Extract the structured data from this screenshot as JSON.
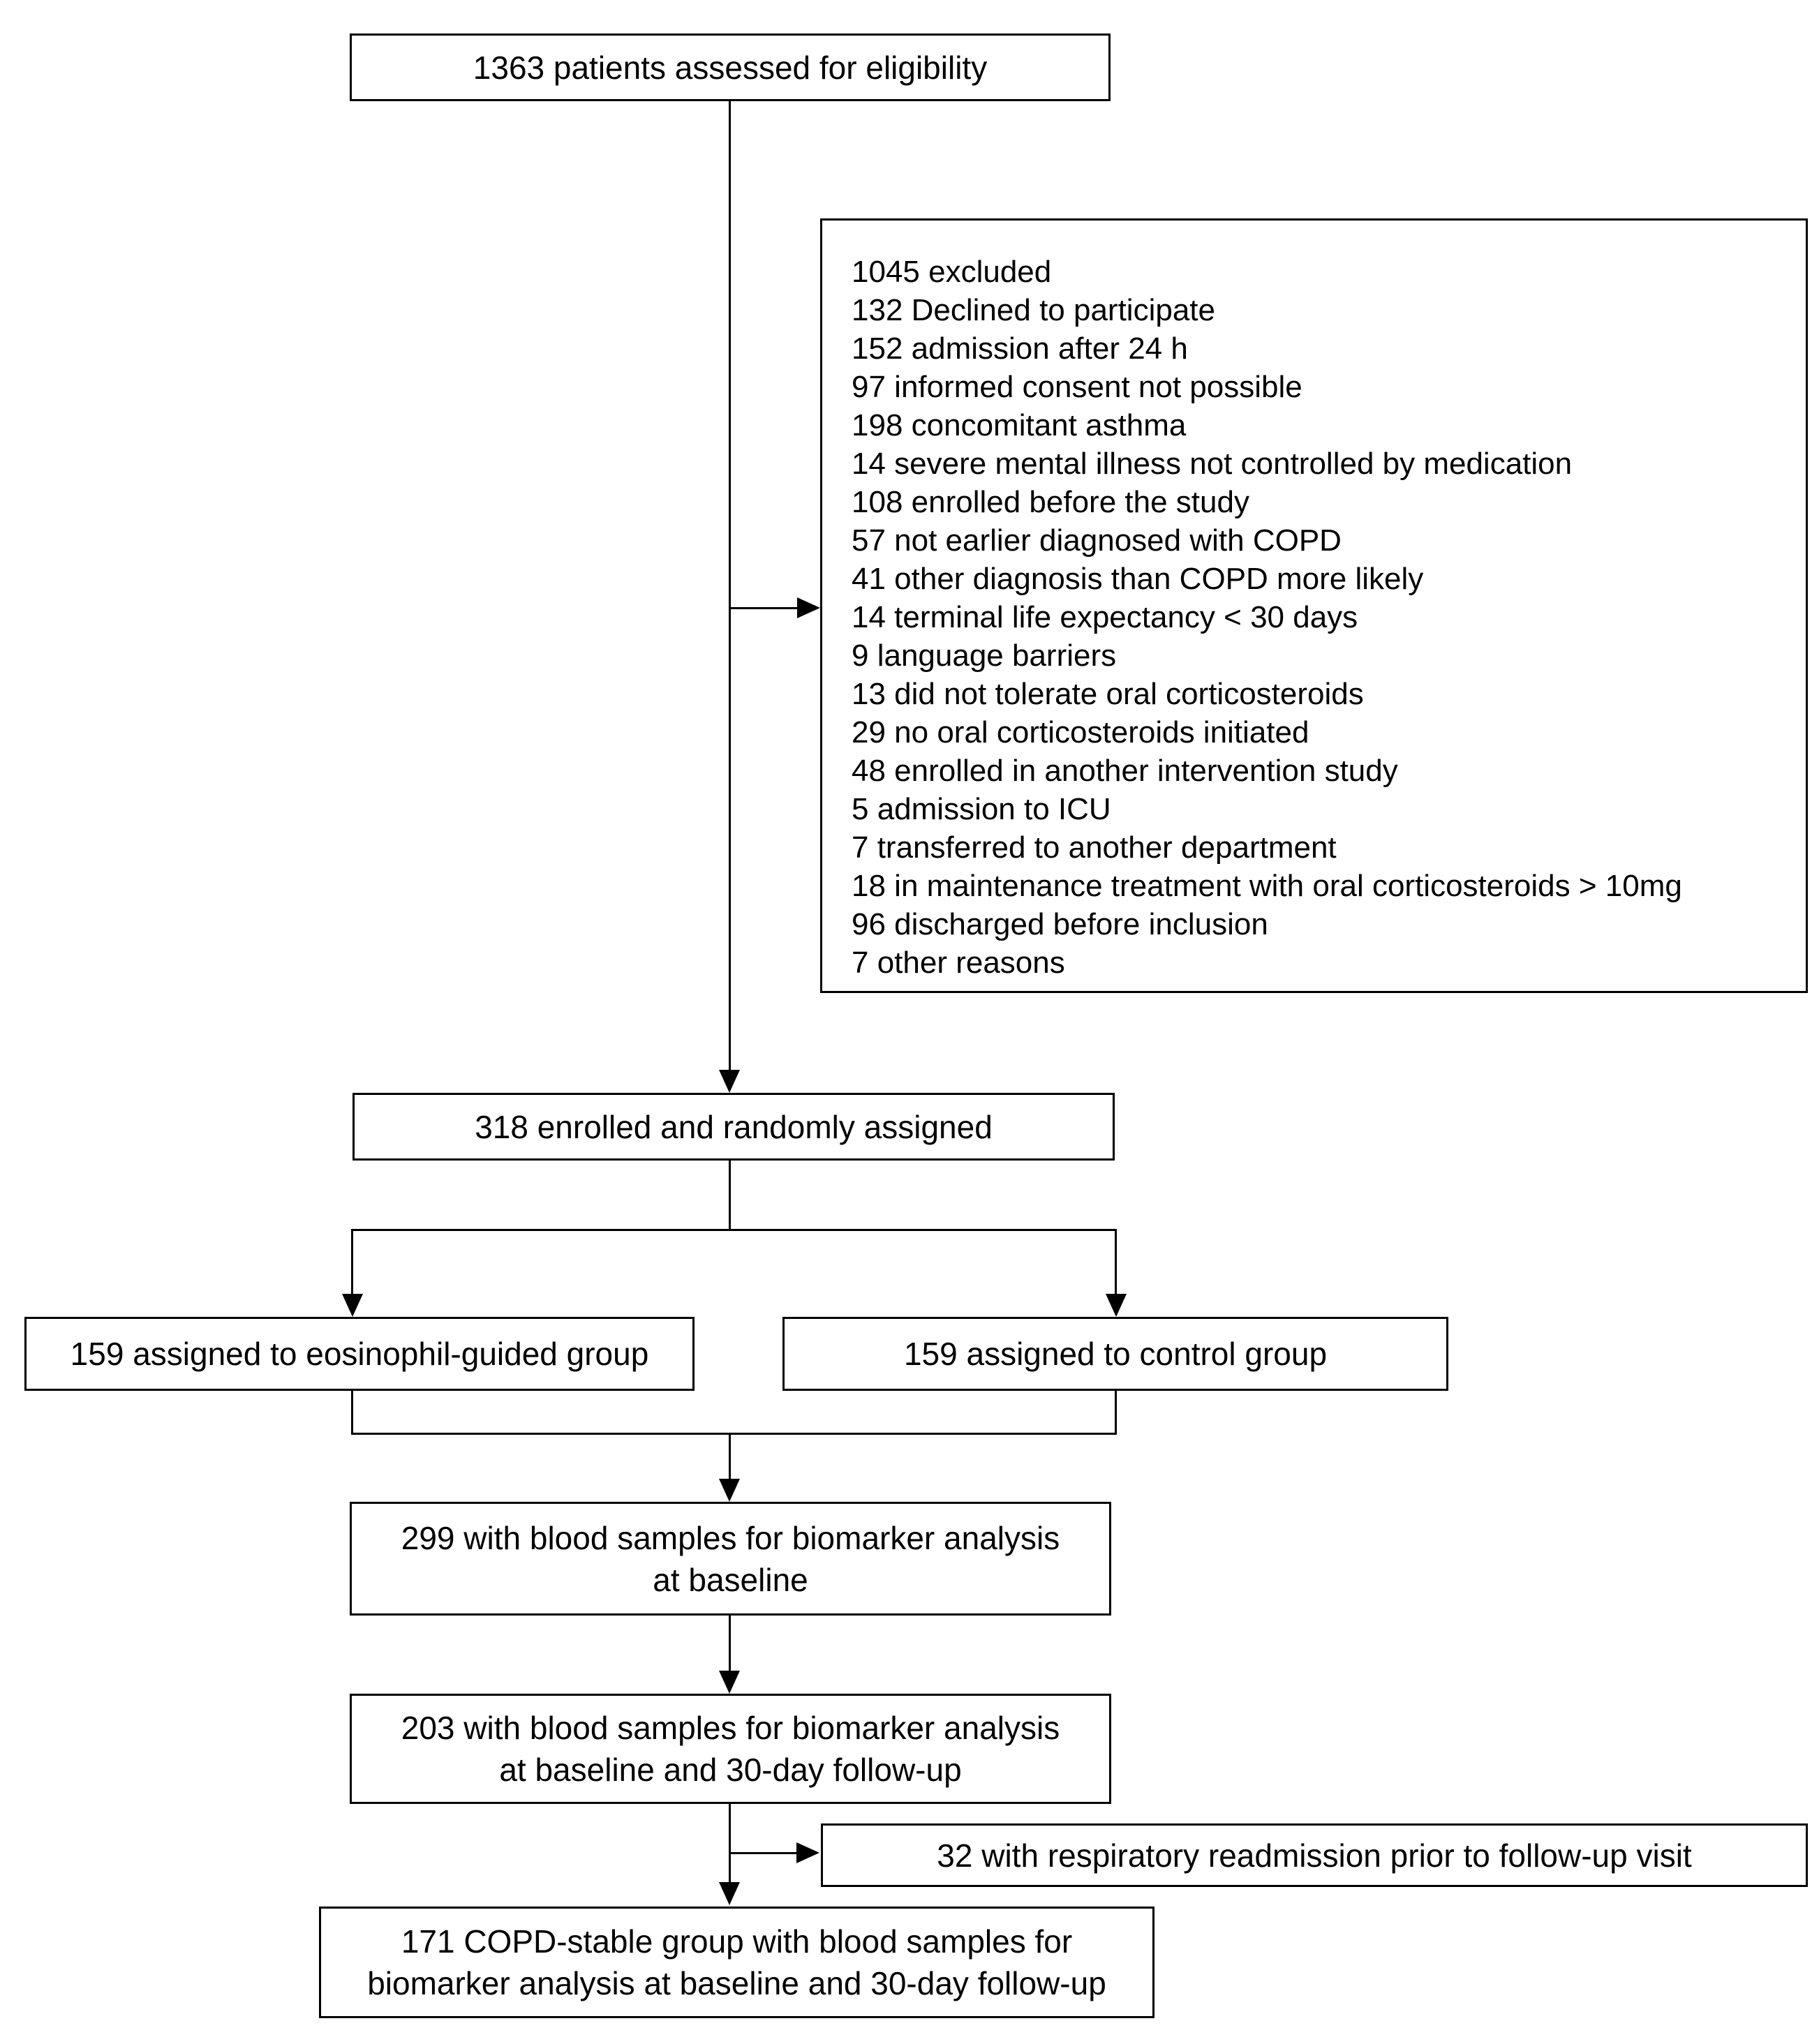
{
  "colors": {
    "background": "#ffffff",
    "line": "#000000",
    "text": "#000000"
  },
  "boxes": {
    "assessed": {
      "lines": [
        "1363 patients assessed for eligibility"
      ]
    },
    "excluded": {
      "lines": [
        "1045 excluded",
        "132 Declined to participate",
        "152 admission after 24 h",
        "97 informed consent not possible",
        "198 concomitant asthma",
        "14 severe mental illness not controlled by medication",
        "108 enrolled before the study",
        "57 not earlier diagnosed with COPD",
        "41 other diagnosis than COPD more likely",
        "14 terminal life expectancy < 30 days",
        "9 language barriers",
        "13 did not tolerate oral corticosteroids",
        "29 no oral corticosteroids initiated",
        "48 enrolled in another intervention study",
        "5 admission to ICU",
        "7 transferred to another department",
        "18 in maintenance treatment with oral corticosteroids > 10mg",
        "96 discharged before inclusion",
        "7 other reasons"
      ]
    },
    "enrolled": {
      "lines": [
        "318 enrolled and randomly assigned"
      ]
    },
    "eosinophil": {
      "lines": [
        "159 assigned to eosinophil-guided group"
      ]
    },
    "control": {
      "lines": [
        "159 assigned to control group"
      ]
    },
    "baseline299": {
      "lines": [
        "299 with blood samples for biomarker analysis",
        "at baseline"
      ]
    },
    "followup203": {
      "lines": [
        "203 with blood samples for biomarker analysis",
        "at baseline and 30-day follow-up"
      ]
    },
    "readmission32": {
      "lines": [
        "32 with respiratory readmission prior to follow-up visit"
      ]
    },
    "stable171": {
      "lines": [
        "171 COPD-stable group with blood samples for",
        "biomarker analysis at baseline and 30-day follow-up"
      ]
    }
  }
}
